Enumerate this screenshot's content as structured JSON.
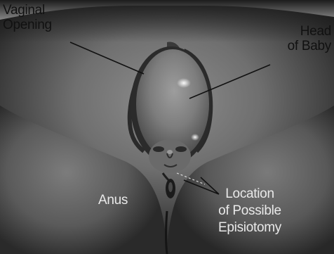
{
  "labels": {
    "vaginal_opening": [
      "Vaginal",
      "Opening"
    ],
    "head_of_baby": [
      "Head",
      "of Baby"
    ],
    "anus": "Anus",
    "episiotomy": [
      "Location",
      "of Possible",
      "Episiotomy"
    ]
  },
  "colors": {
    "background": "#ffffff",
    "label_dark": "#111111",
    "label_light": "#e9e9e9",
    "leader_line": "#111111",
    "incision_line": "#dcdcdc"
  }
}
